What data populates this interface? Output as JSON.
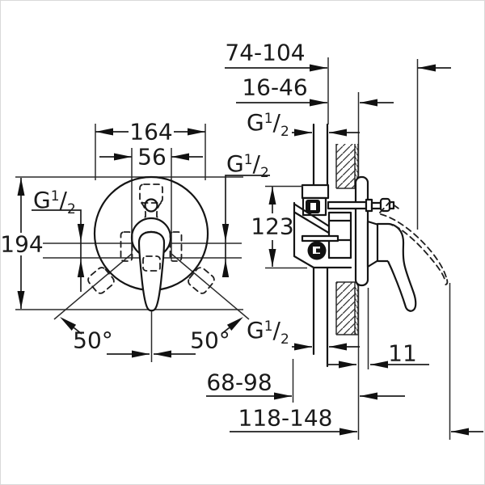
{
  "drawing": {
    "type": "installation-dimension-drawing",
    "views": [
      "front-view",
      "side-section-view"
    ]
  },
  "labels": {
    "g": "G",
    "g_sup": "1",
    "g_slash": "/",
    "g_sub": "2"
  },
  "dimensions": {
    "plate_diameter": "164",
    "hub_width": "56",
    "total_height": "194",
    "depth_range_total": "74-104",
    "depth_range_rough": "16-46",
    "body_height": "123",
    "swing_angle_left": "50°",
    "swing_angle_right": "50°",
    "plate_offset": "11",
    "depth_to_body": "68-98",
    "depth_to_handle_tip": "118-148"
  },
  "line_color": "#1a1a1a",
  "background_color": "#ffffff"
}
